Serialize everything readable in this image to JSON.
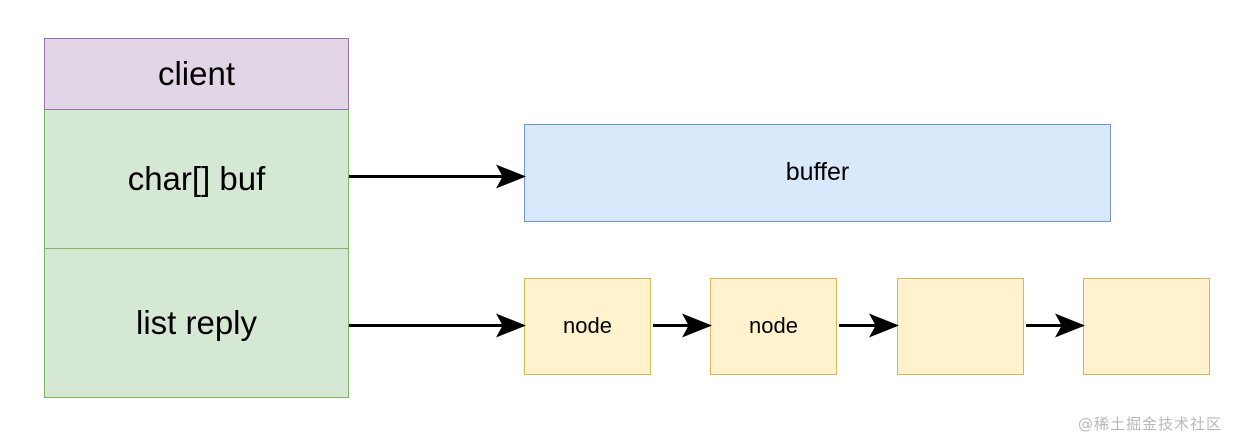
{
  "diagram": {
    "title": "client struct with buffer and reply list",
    "background_color": "#ffffff",
    "client_struct": {
      "name": "client-struct",
      "fields": [
        {
          "id": "client",
          "label": "client",
          "fill": "#e1d5e7",
          "stroke": "#9673a6"
        },
        {
          "id": "buf",
          "label": "char[] buf",
          "fill": "#d5e8d4",
          "stroke": "#82b366"
        },
        {
          "id": "reply",
          "label": "list reply",
          "fill": "#d5e8d4",
          "stroke": "#82b366"
        }
      ]
    },
    "buffer": {
      "label": "buffer",
      "fill": "#dae8fc",
      "stroke": "#7095d0"
    },
    "reply_list": {
      "fill": "#fff2cc",
      "stroke": "#d6b656",
      "nodes": [
        {
          "label": "node"
        },
        {
          "label": "node"
        },
        {
          "label": ""
        },
        {
          "label": ""
        }
      ]
    },
    "arrows": [
      {
        "id": "buf-to-buffer",
        "from": "char[] buf",
        "to": "buffer"
      },
      {
        "id": "reply-to-node1",
        "from": "list reply",
        "to": "node 1"
      },
      {
        "id": "node1-to-node2",
        "from": "node 1",
        "to": "node 2"
      },
      {
        "id": "node2-to-node3",
        "from": "node 2",
        "to": "node 3"
      },
      {
        "id": "node3-to-node4",
        "from": "node 3",
        "to": "node 4"
      }
    ],
    "arrow_color": "#000000",
    "watermark": {
      "text": "@稀土掘金技术社区",
      "color": "#b9b9b9"
    }
  }
}
